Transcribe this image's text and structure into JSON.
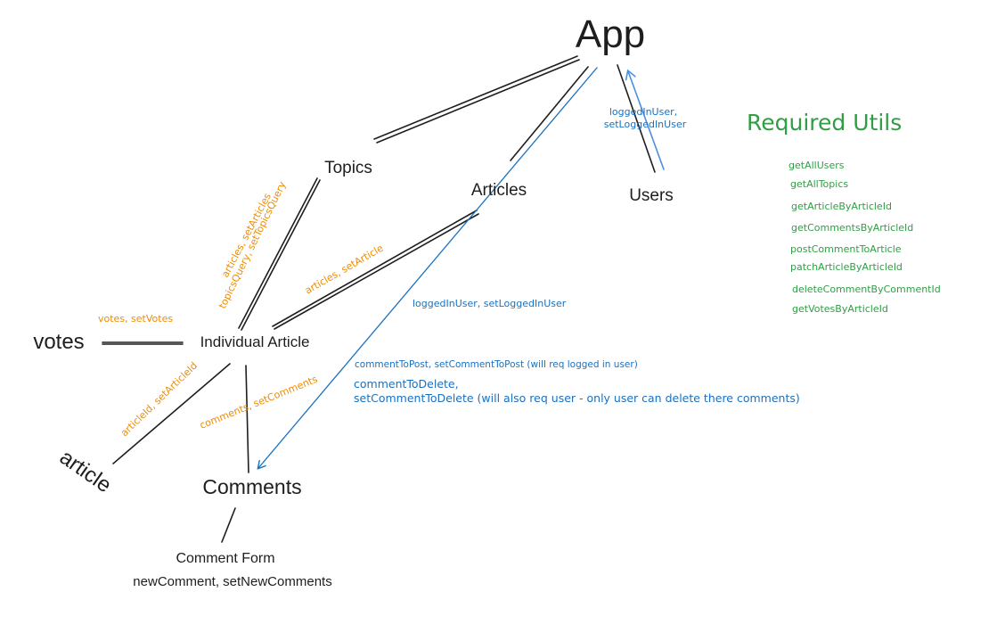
{
  "nodes": {
    "app": "App",
    "topics": "Topics",
    "articles": "Articles",
    "users": "Users",
    "individual_article": "Individual Article",
    "votes": "votes",
    "article": "article",
    "comments": "Comments",
    "comment_form": "Comment Form",
    "comment_form_state": "newComment, setNewComments"
  },
  "edge_labels": {
    "topics_individual_1": "articles, setArticles",
    "topics_individual_2": "topicsQuery, setTopicsQuery",
    "articles_individual": "articles, setArticle",
    "votes_individual": "votes, setVotes",
    "article_individual": "articleId, setArticleId",
    "comments_individual": "comments, setComments",
    "users_app_1": "loggedInUser,",
    "users_app_2": "setLoggedInUser",
    "app_comments": "loggedInUser, setLoggedInUser"
  },
  "notes": {
    "comment_to_post": "commentToPost, setCommentToPost (will req logged in user)",
    "comment_to_delete_1": "commentToDelete,",
    "comment_to_delete_2": "setCommentToDelete (will also req user - only user can delete there comments)"
  },
  "required_utils": {
    "title": "Required Utils",
    "items": [
      "getAllUsers",
      "getAllTopics",
      "getArticleByArticleId",
      "getCommentsByArticleId",
      "postCommentToArticle",
      "patchArticleByArticleId",
      "deleteCommentByCommentId",
      "getVotesByArticleId"
    ]
  },
  "colors": {
    "ink": "#1e1e1e",
    "orange": "#f08c00",
    "blue": "#1971c2",
    "green": "#2f9e44"
  }
}
